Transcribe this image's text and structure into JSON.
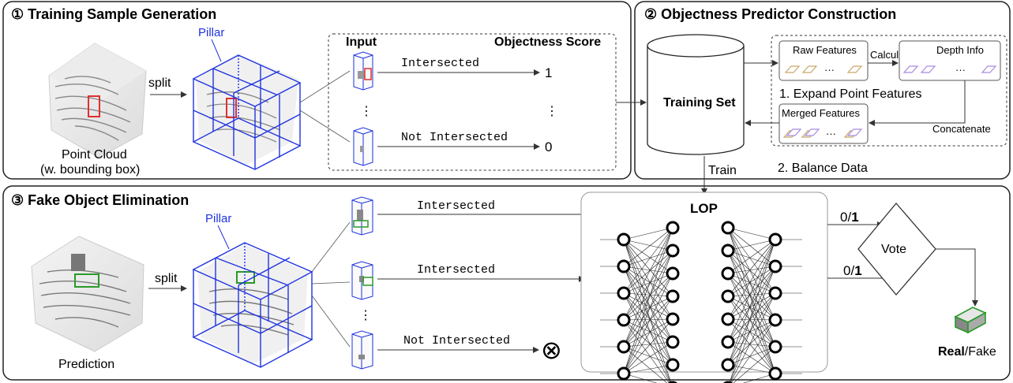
{
  "section1": {
    "title": "① Training Sample Generation",
    "pillar": "Pillar",
    "split": "split",
    "point_cloud_line1": "Point Cloud",
    "point_cloud_line2": "(w. bounding box)",
    "input_header": "Input",
    "score_header": "Objectness Score",
    "row_intersected": "Intersected",
    "row_not_intersected": "Not Intersected",
    "score_one": "1",
    "score_zero": "0",
    "ellipsis": "⋮"
  },
  "section2": {
    "title": "② Objectness Predictor Construction",
    "training_set": "Training Set",
    "raw_features": "Raw Features",
    "calculate": "Calculate",
    "depth_info": "Depth Info",
    "dots": "···",
    "expand": "1. Expand Point Features",
    "merged_features": "Merged Features",
    "concatenate": "Concatenate",
    "train": "Train",
    "balance": "2. Balance Data"
  },
  "section3": {
    "title": "③ Fake Object Elimination",
    "pillar": "Pillar",
    "split": "split",
    "prediction": "Prediction",
    "row1": "Intersected",
    "row2": "Intersected",
    "row3": "Not Intersected",
    "ellipsis": "⋮",
    "lop": "LOP",
    "vote": "Vote",
    "vote_in1_pre": "0/",
    "vote_in1_bold": "1",
    "vote_in2_pre": "0/",
    "vote_in2_bold": "1",
    "real": "Real",
    "fake": "/Fake",
    "reject_symbol": "⊗"
  },
  "colors": {
    "pillar_blue": "#1f33e0",
    "box_red": "#e03030",
    "box_green": "#2a9a2a",
    "raw_feature": "#c9a86a",
    "depth_feature": "#a98be0"
  }
}
